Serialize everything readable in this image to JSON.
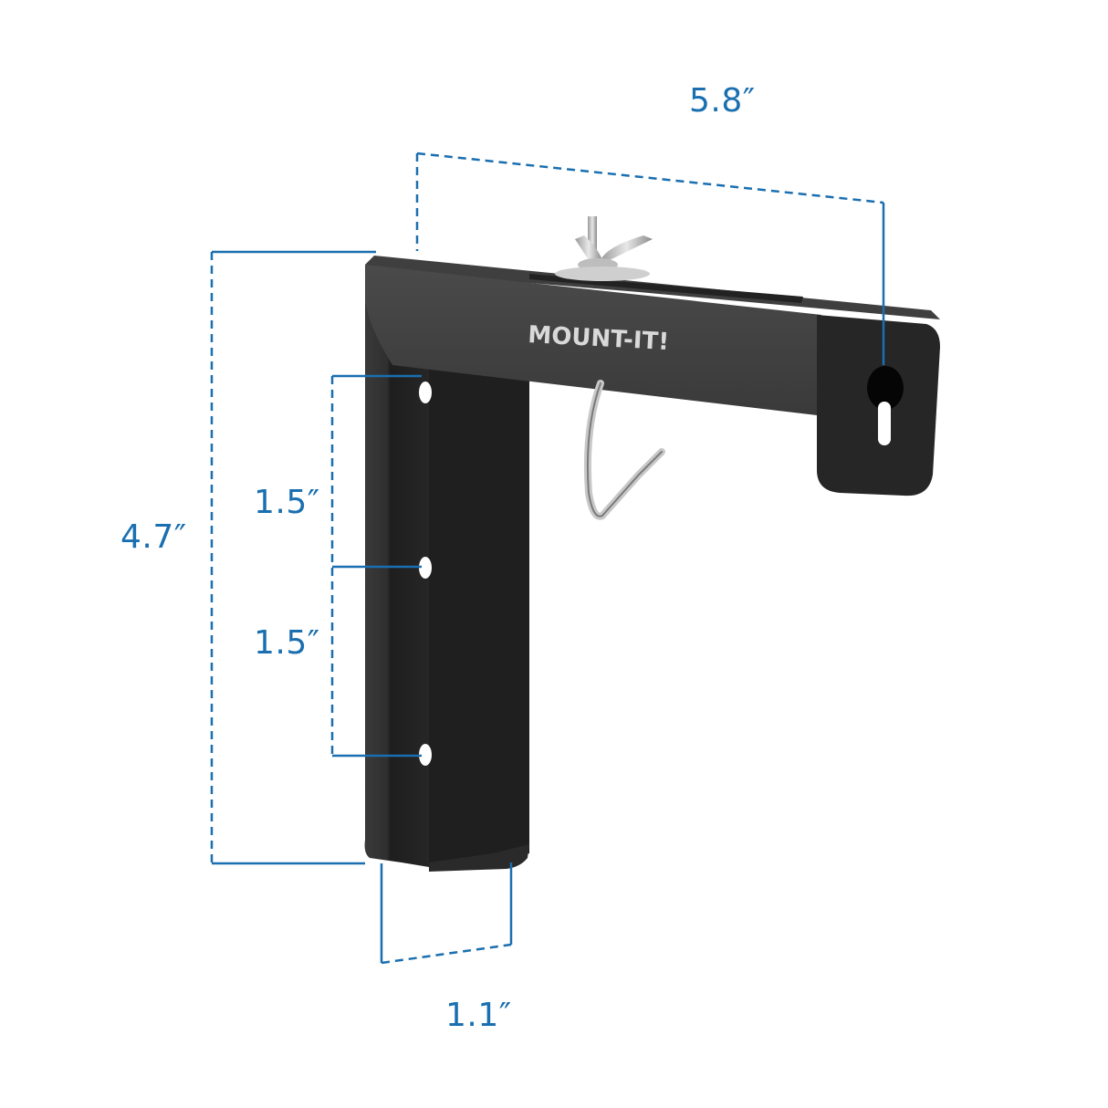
{
  "product": {
    "brand_logo": "MOUNT-IT!",
    "description": "Projector screen wall-mount L-bracket with wing nut bolt and S-hook",
    "bracket_color": "#2b2b2b",
    "accent_color": "#1a6fb0"
  },
  "dimensions": {
    "width": "5.8″",
    "height": "4.7″",
    "hole_spacing_top": "1.5″",
    "hole_spacing_bottom": "1.5″",
    "depth": "1.1″"
  }
}
